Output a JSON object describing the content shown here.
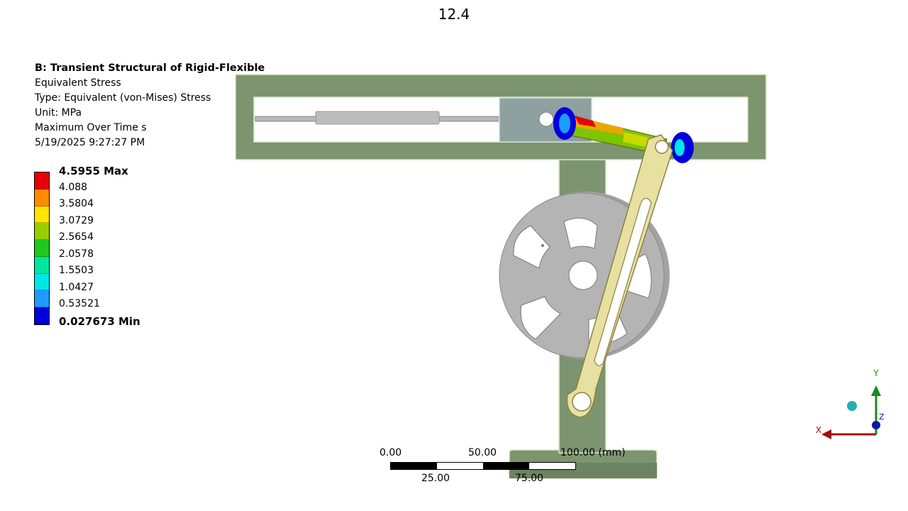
{
  "page": {
    "title": "12.4"
  },
  "result_info": {
    "heading": "B: Transient Structural of Rigid-Flexible",
    "result_name": "Equivalent Stress",
    "type": "Type: Equivalent (von-Mises) Stress",
    "unit": "Unit: MPa",
    "time": "Maximum Over Time s",
    "timestamp": "5/19/2025 9:27:27 PM"
  },
  "legend": {
    "labels": [
      "4.5955 Max",
      "4.088",
      "3.5804",
      "3.0729",
      "2.5654",
      "2.0578",
      "1.5503",
      "1.0427",
      "0.53521",
      "0.027673 Min"
    ],
    "colors": [
      "#e8000b",
      "#ff8c00",
      "#ffe600",
      "#9acd00",
      "#1ec81e",
      "#00e6a0",
      "#00e6e6",
      "#1e9bff",
      "#0000dc"
    ]
  },
  "scale_bar": {
    "top_labels": [
      "0.00",
      "50.00",
      "100.00 (mm)"
    ],
    "bottom_labels": [
      "25.00",
      "75.00"
    ]
  },
  "triad": {
    "x_label": "X",
    "y_label": "Y",
    "z_label": "Z"
  },
  "colors": {
    "frame": "#7d9470",
    "wheel": "#a9a9a9",
    "link": "#e8e0a0"
  }
}
